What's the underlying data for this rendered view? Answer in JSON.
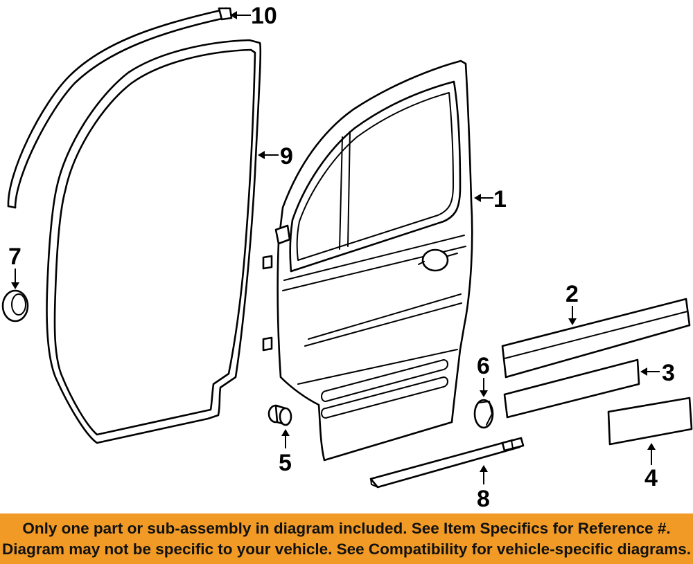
{
  "diagram": {
    "callouts": {
      "c1": "1",
      "c2": "2",
      "c3": "3",
      "c4": "4",
      "c5": "5",
      "c6": "6",
      "c7": "7",
      "c8": "8",
      "c9": "9",
      "c10": "10"
    }
  },
  "banner": {
    "line1": "Only one part or sub-assembly in diagram included. See Item Specifics for Reference #.",
    "line2": "Diagram may not be specific to your vehicle. See Compatibility for vehicle-specific diagrams.",
    "background_color": "#f19b26"
  }
}
